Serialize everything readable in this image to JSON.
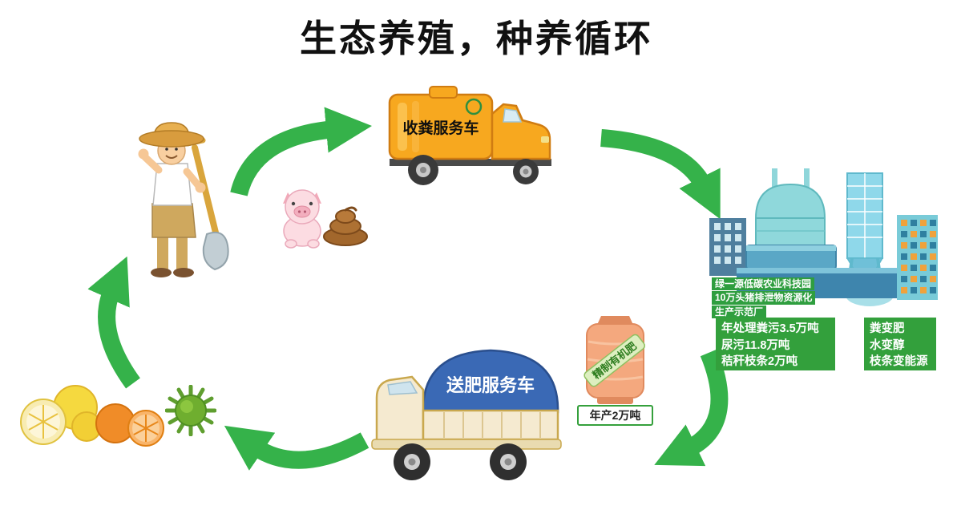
{
  "title": "生态养殖，种养循环",
  "collection_truck": {
    "label": "收粪服务车"
  },
  "delivery_truck": {
    "label": "送肥服务车"
  },
  "factory": {
    "caption_line1": "绿一源低碳农业科技园",
    "caption_line2": "10万头猪排泄物资源化",
    "caption_line3": "生产示范厂"
  },
  "processing_stats": {
    "line1": "年处理粪污3.5万吨",
    "line2": "尿污11.8万吨",
    "line3": "秸秆枝条2万吨"
  },
  "conversion": {
    "line1": "粪变肥",
    "line2": "水变醇",
    "line3": "枝条变能源"
  },
  "fertilizer_bag": {
    "label": "精制有机肥",
    "annual_output": "年产2万吨"
  },
  "colors": {
    "arrow_green": "#35b24a",
    "box_green": "#33a03c",
    "collection_truck_orange": "#f7a81f",
    "tarp_blue": "#3a69b5",
    "factory_teal": "#8fd8db",
    "bag_salmon": "#f4a87e"
  }
}
